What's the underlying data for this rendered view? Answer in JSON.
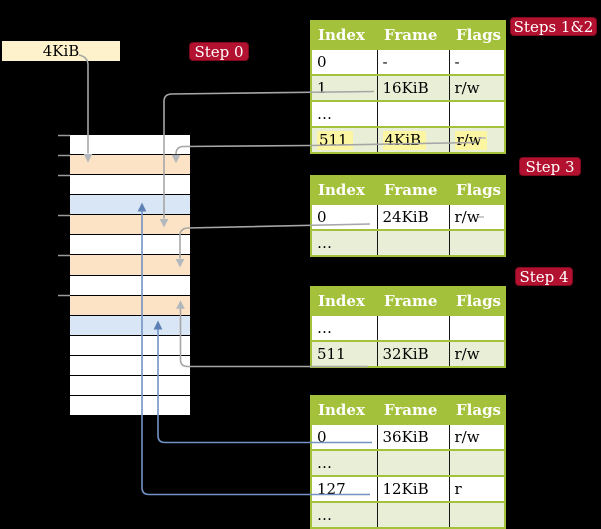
{
  "frame_box": {
    "label": "4KiB"
  },
  "step_labels": {
    "step0": "Step 0",
    "steps12": "Steps 1&2",
    "step3": "Step 3",
    "step4": "Step 4"
  },
  "page_tables": [
    {
      "name": "page-table-steps-1-2",
      "headers": [
        "Index",
        "Frame",
        "Flags"
      ],
      "rows": [
        {
          "cells": [
            "0",
            "-",
            "-"
          ],
          "shaded": false,
          "highlighted": false
        },
        {
          "cells": [
            "1",
            "16KiB",
            "r/w"
          ],
          "shaded": true,
          "highlighted": false
        },
        {
          "cells": [
            "…",
            "",
            ""
          ],
          "shaded": false,
          "highlighted": false
        },
        {
          "cells": [
            "511",
            "4KiB",
            "r/w"
          ],
          "shaded": true,
          "highlighted": true
        }
      ]
    },
    {
      "name": "page-table-step-3",
      "headers": [
        "Index",
        "Frame",
        "Flags"
      ],
      "rows": [
        {
          "cells": [
            "0",
            "24KiB",
            "r/w"
          ],
          "shaded": false,
          "highlighted": false
        },
        {
          "cells": [
            "…",
            "",
            ""
          ],
          "shaded": true,
          "highlighted": false
        }
      ]
    },
    {
      "name": "page-table-step-4",
      "headers": [
        "Index",
        "Frame",
        "Flags"
      ],
      "rows": [
        {
          "cells": [
            "…",
            "",
            ""
          ],
          "shaded": false,
          "highlighted": false
        },
        {
          "cells": [
            "511",
            "32KiB",
            "r/w"
          ],
          "shaded": true,
          "highlighted": false
        }
      ]
    },
    {
      "name": "page-table-bottom",
      "headers": [
        "Index",
        "Frame",
        "Flags"
      ],
      "rows": [
        {
          "cells": [
            "0",
            "36KiB",
            "r/w"
          ],
          "shaded": false,
          "highlighted": false
        },
        {
          "cells": [
            "…",
            "",
            ""
          ],
          "shaded": true,
          "highlighted": false
        },
        {
          "cells": [
            "127",
            "12KiB",
            "r"
          ],
          "shaded": false,
          "highlighted": false
        },
        {
          "cells": [
            "…",
            "",
            ""
          ],
          "shaded": true,
          "highlighted": false
        }
      ]
    }
  ],
  "memory_frames": {
    "rows": [
      "white",
      "orange",
      "white",
      "blue",
      "orange",
      "white",
      "orange",
      "white",
      "orange",
      "blue",
      "white",
      "white",
      "white",
      "white"
    ]
  },
  "colors": {
    "accent_red": "#b2122f",
    "olive": "#a4c13b",
    "row_green": "#e9efd7",
    "highlight_yellow": "#fcf6a2",
    "frame_orange": "#fde3c5",
    "frame_blue": "#d9e6f6",
    "box_cream": "#fdf2cc",
    "line_gray": "#a6a6a6",
    "line_blue": "#7293c4"
  }
}
